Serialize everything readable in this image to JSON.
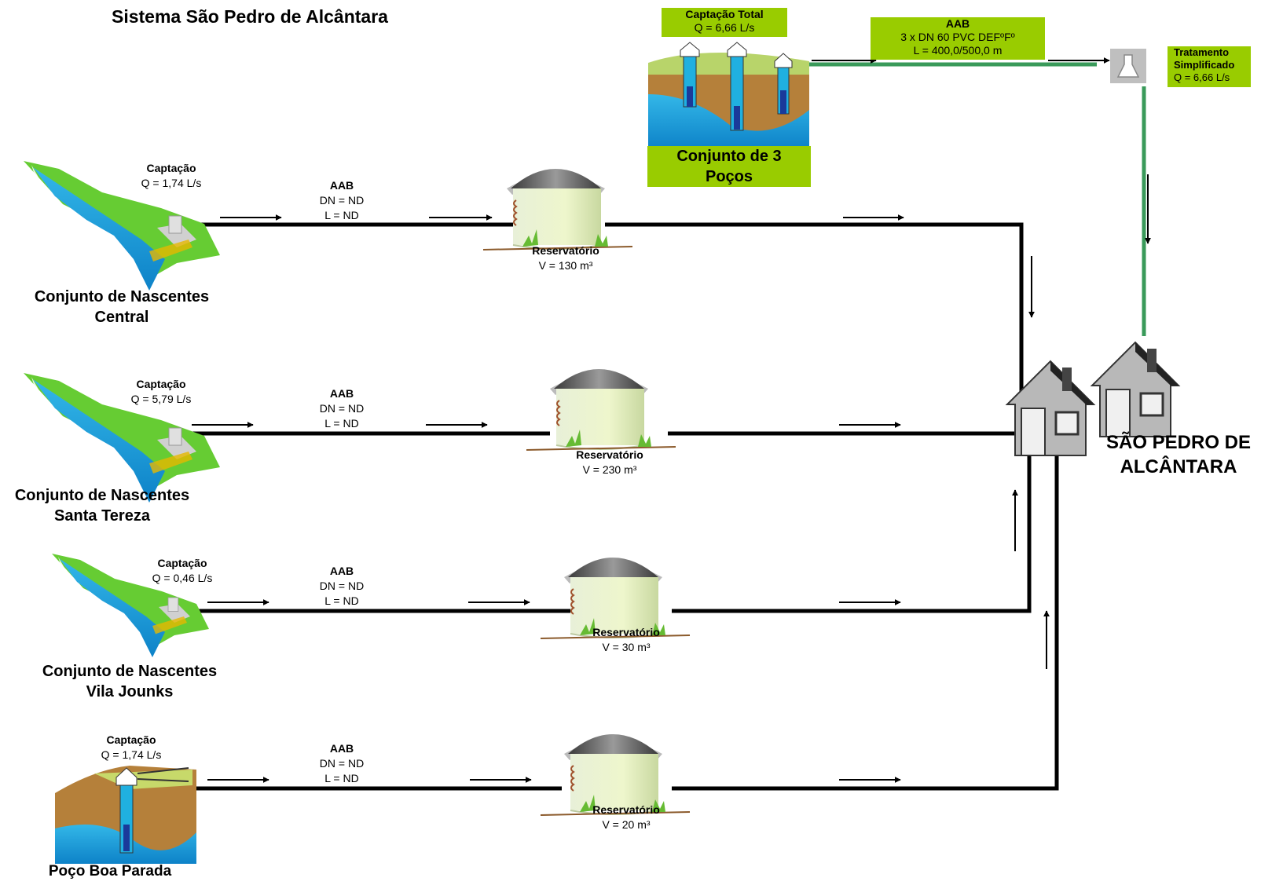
{
  "title": "Sistema São Pedro de Alcântara",
  "top": {
    "captacao_total": {
      "title": "Captação Total",
      "q": "Q = 6,66 L/s"
    },
    "aab": {
      "title": "AAB",
      "line1": "3 x DN 60  PVC DEFºFº",
      "line2": "L = 400,0/500,0 m"
    },
    "tratamento": {
      "line1": "Tratamento",
      "line2": "Simplificado",
      "q": "Q = 6,66 L/s"
    },
    "conjunto": {
      "line1": "Conjunto de 3",
      "line2": "Poços"
    }
  },
  "rows": [
    {
      "captacao": "Captação",
      "q": "Q = 1,74  L/s",
      "aab": "AAB",
      "dn": "DN = ND",
      "l": "L = ND",
      "reservatorio": "Reservatório",
      "v": "V = 130 m³",
      "source1": "Conjunto de Nascentes",
      "source2": "Central"
    },
    {
      "captacao": "Captação",
      "q": "Q = 5,79 L/s",
      "aab": "AAB",
      "dn": "DN = ND",
      "l": "L = ND",
      "reservatorio": "Reservatório",
      "v": "V = 230 m³",
      "source1": "Conjunto de Nascentes",
      "source2": "Santa Tereza"
    },
    {
      "captacao": "Captação",
      "q": "Q = 0,46 L/s",
      "aab": "AAB",
      "dn": "DN = ND",
      "l": "L = ND",
      "reservatorio": "Reservatório",
      "v": "V = 30 m³",
      "source1": "Conjunto de Nascentes",
      "source2": "Vila Jounks"
    },
    {
      "captacao": "Captação",
      "q": "Q = 1,74 L/s",
      "aab": "AAB",
      "dn": "DN = ND",
      "l": "L = ND",
      "reservatorio": "Reservatório",
      "v": "V = 20 m³",
      "source1": "Poço Boa Parada",
      "source2": ""
    }
  ],
  "city": {
    "line1": "SÃO PEDRO DE",
    "line2": "ALCÂNTARA"
  },
  "colors": {
    "green_pipe": "#3a9a5a",
    "green_box": "#99cc00",
    "pipe": "#000000"
  }
}
